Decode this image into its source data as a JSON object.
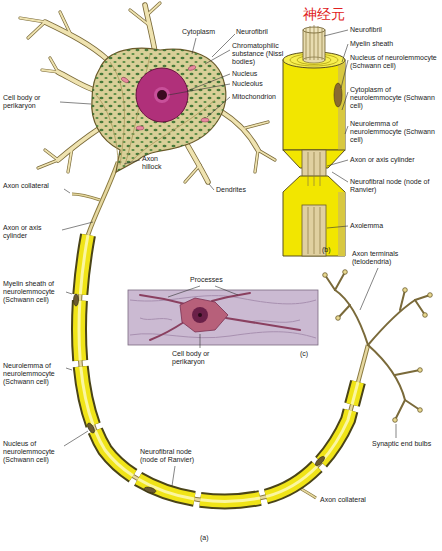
{
  "diagram": {
    "title": "神经元",
    "labels": [
      "Cytoplasm",
      "Neurofibril",
      "Chromatophilic substance (Nissl bodies)",
      "Nucleus",
      "Nucleolus",
      "Mitochondrion",
      "Cell body or perikaryon",
      "Axon hillock",
      "Dendrites",
      "Axon collateral",
      "Axon or axis cylinder",
      "Myelin sheath of neurolemmocyte (Schwann cell)",
      "Neurolemma of neurolemmocyte (Schwann cell)",
      "Nucleus of neurolemmocyte (Schwann cell)",
      "Neurofibral node (node of Ranvier)",
      "Axon collateral",
      "Axon terminals (telodendria)",
      "Synaptic end bulbs",
      "(a)",
      "Neurofibril",
      "Myelin sheath",
      "Nucleus of neurolemmocyte (Schwann cell)",
      "Cytoplasm of neurolemmocyte (Schwann cell)",
      "Neurolemma of neurolemmocyte (Schwann cell)",
      "Axon or axis cylinder",
      "Neurofibral node (node of Ranvier)",
      "Axolemma",
      "(b)",
      "Processes",
      "Cell body or perikaryon",
      "(c)"
    ]
  }
}
